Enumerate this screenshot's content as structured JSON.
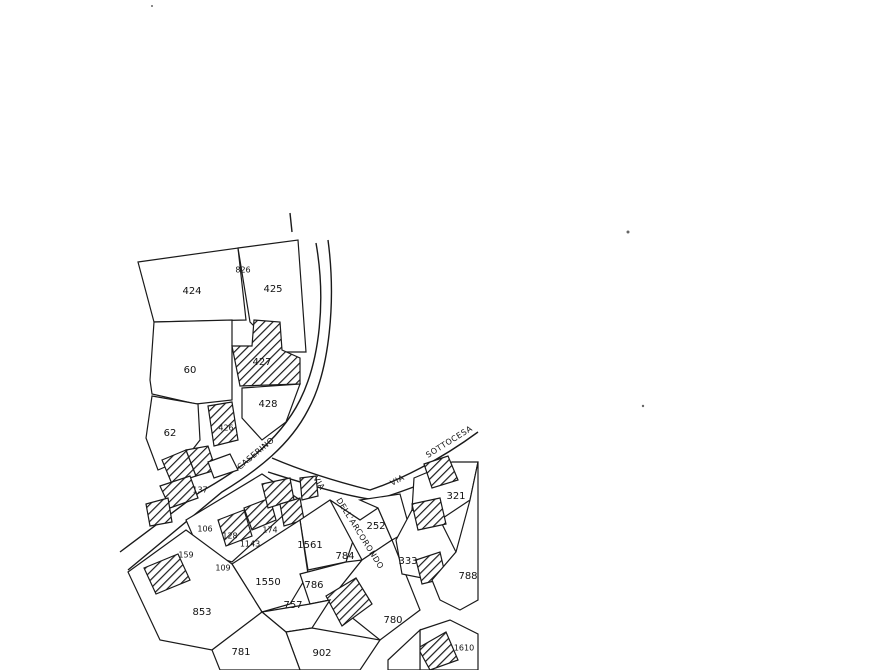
{
  "map": {
    "streets": [
      "CASERINO",
      "DELL'ARCORONDO",
      "VIA",
      "SOTTOCESA",
      "VIA"
    ],
    "parcels": [
      "424",
      "425",
      "826",
      "60",
      "427",
      "428",
      "62",
      "426",
      "321",
      "252",
      "1561",
      "784",
      "333",
      "1550",
      "786",
      "853",
      "757",
      "780",
      "781",
      "902",
      "788",
      "1610",
      "159",
      "106",
      "109",
      "128",
      "1143",
      "174",
      "137"
    ],
    "colors": {
      "ink": "#1a1a1a",
      "paper": "#ffffff"
    }
  }
}
